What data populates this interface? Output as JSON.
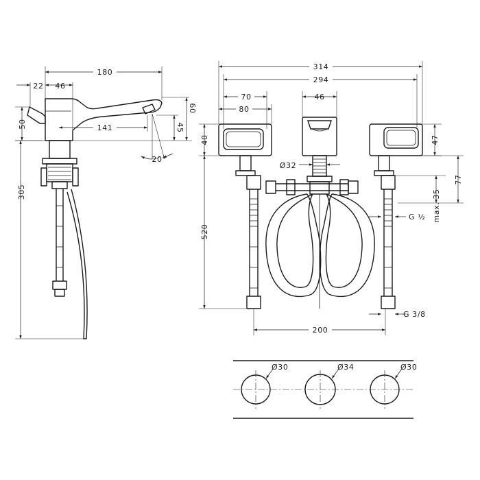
{
  "side_view": {
    "dim_overall_length": "180",
    "dim_base_offset": "22",
    "dim_body_width": "46",
    "dim_spout_reach": "141",
    "dim_body_height": "50",
    "dim_spout_height_60": "60",
    "dim_spout_height_45": "45",
    "dim_spout_angle": "20°",
    "dim_total_height": "305"
  },
  "front_view": {
    "dim_overall_width": "314",
    "dim_inner_width": "294",
    "dim_handle_70": "70",
    "dim_handle_80": "80",
    "dim_spout_width": "46",
    "dim_handle_height_left": "40",
    "dim_handle_height_right": "47",
    "dim_shank_diameter": "Ø32",
    "dim_shank_length": "77",
    "dim_max_thickness": "max. 35",
    "dim_thread_inlet": "G ½",
    "dim_overall_depth": "520",
    "dim_hole_spacing": "200",
    "dim_thread_connection": "G 3/8"
  },
  "hole_pattern": {
    "hole_left": "Ø30",
    "hole_center": "Ø34",
    "hole_right": "Ø30"
  }
}
